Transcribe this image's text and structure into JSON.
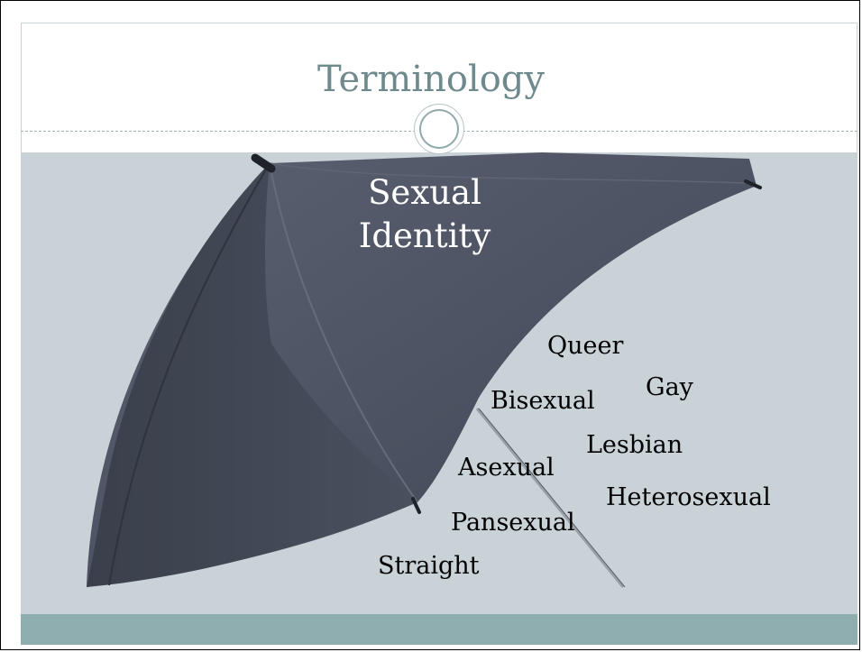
{
  "slide": {
    "title": "Terminology",
    "canopy_label": "Sexual Identity",
    "terms": [
      "Queer",
      "Gay",
      "Bisexual",
      "Lesbian",
      "Asexual",
      "Heterosexual",
      "Pansexual",
      "Straight"
    ]
  },
  "colors": {
    "title": "#6e8a8d",
    "photo_background": "#c8d2d7",
    "umbrella_fabric": "#4d5362",
    "footer_bar": "#8eaeb0"
  }
}
